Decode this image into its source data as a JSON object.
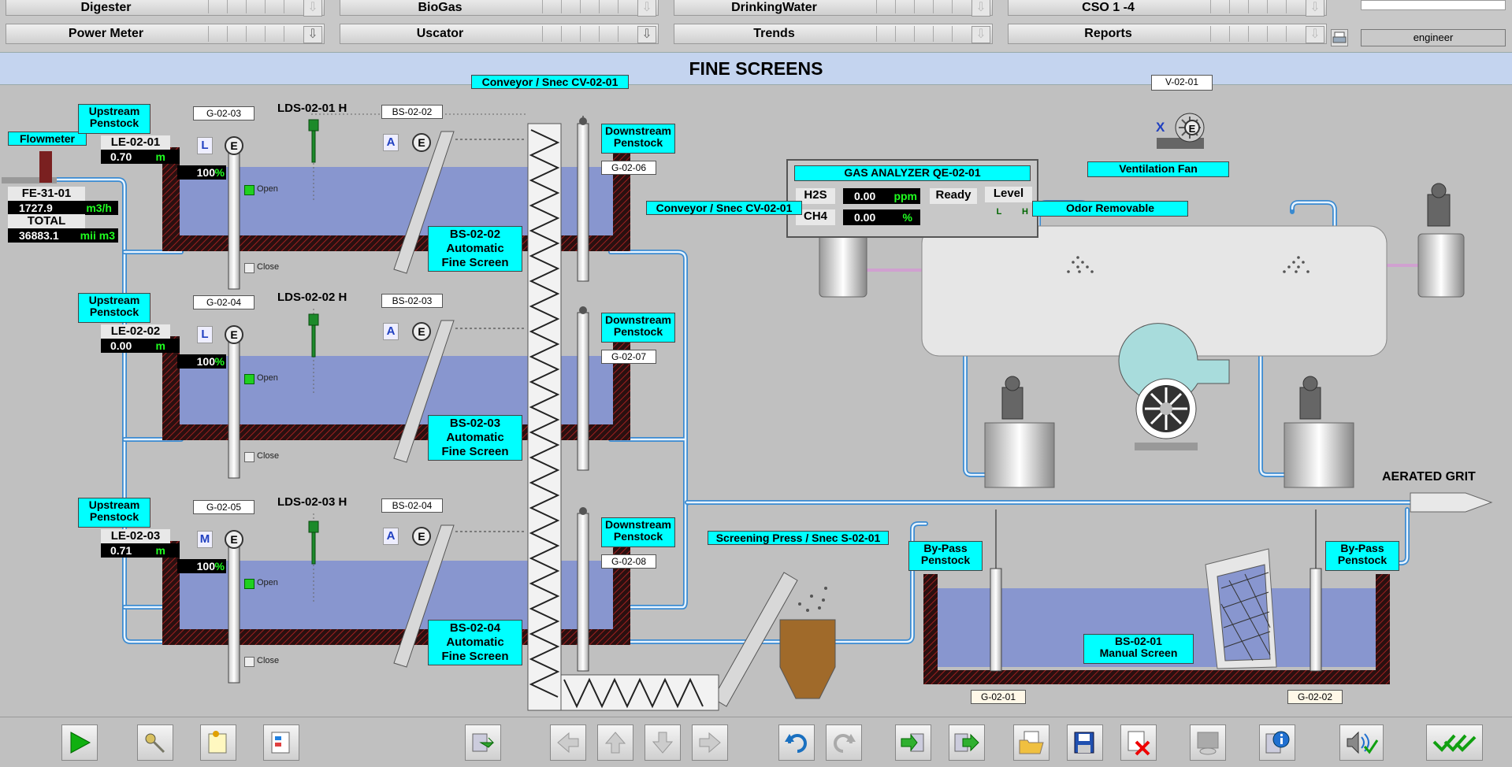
{
  "nav": {
    "row1": [
      "Digester",
      "BioGas",
      "DrinkingWater",
      "CSO 1 -4"
    ],
    "row2": [
      "Power Meter",
      "Uscator",
      "Trends",
      "Reports"
    ],
    "user": "engineer"
  },
  "title": "FINE SCREENS",
  "labels": {
    "flowmeter": "Flowmeter",
    "upstream": "Upstream\nPenstock",
    "downstream": "Downstream\nPenstock",
    "conveyor_top": "Conveyor / Snec CV-02-01",
    "conveyor_right": "Conveyor / Snec CV-02-01",
    "screening_press": "Screening Press / Snec S-02-01",
    "bypass": "By-Pass\nPenstock",
    "ventilation_fan": "Ventilation Fan",
    "odor": "Odor Removable",
    "aerated": "AERATED GRIT",
    "open": "Open",
    "close": "Close"
  },
  "flowmeter": {
    "id": "FE-31-01",
    "flow": "1727.9",
    "flow_unit": "m3/h",
    "total_label": "TOTAL",
    "total": "36883.1",
    "total_unit": "mii m3"
  },
  "lines": [
    {
      "level_id": "LE-02-01",
      "level": "0.70",
      "unit": "m",
      "gate": "G-02-03",
      "lds": "LDS-02-01 H",
      "bs_tag": "BS-02-02",
      "bs": "BS-02-02\nAutomatic\nFine Screen",
      "pct": "100",
      "mode": "L",
      "mode2": "A",
      "down_gate": "G-02-06"
    },
    {
      "level_id": "LE-02-02",
      "level": "0.00",
      "unit": "m",
      "gate": "G-02-04",
      "lds": "LDS-02-02 H",
      "bs_tag": "BS-02-03",
      "bs": "BS-02-03\nAutomatic\nFine Screen",
      "pct": "100",
      "mode": "L",
      "mode2": "A",
      "down_gate": "G-02-07"
    },
    {
      "level_id": "LE-02-03",
      "level": "0.71",
      "unit": "m",
      "gate": "G-02-05",
      "lds": "LDS-02-03 H",
      "bs_tag": "BS-02-04",
      "bs": "BS-02-04\nAutomatic\nFine Screen",
      "pct": "100",
      "mode": "M",
      "mode2": "A",
      "down_gate": "G-02-08"
    }
  ],
  "gas": {
    "title": "GAS ANALYZER QE-02-01",
    "h2s_label": "H2S",
    "h2s": "0.00",
    "h2s_unit": "ppm",
    "ch4_label": "CH4",
    "ch4": "0.00",
    "ch4_unit": "%",
    "ready": "Ready",
    "level": "Level",
    "l": "L",
    "h": "H"
  },
  "fan": {
    "id": "V-02-01",
    "x": "X",
    "e": "E"
  },
  "manual": {
    "label": "BS-02-01\nManual Screen",
    "g1": "G-02-01",
    "g2": "G-02-02"
  },
  "colors": {
    "water": "#8896cf",
    "tag": "#00ffff",
    "pipe": "#3aa0e0"
  }
}
